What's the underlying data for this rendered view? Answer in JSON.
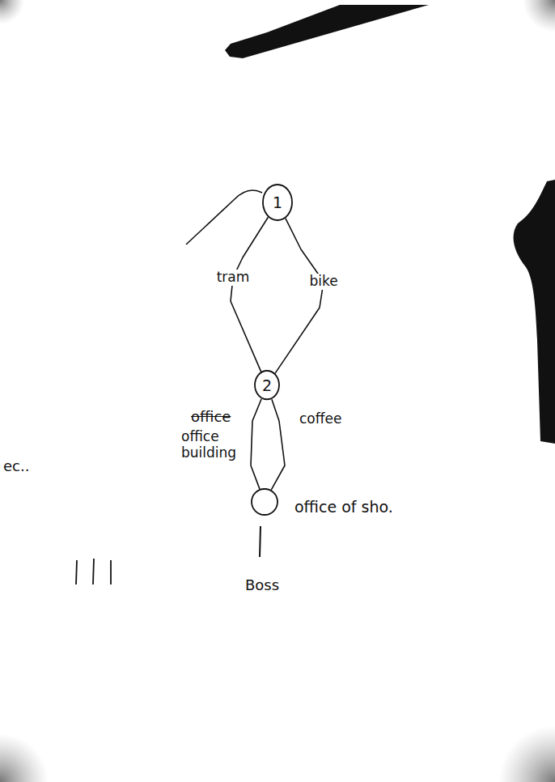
{
  "diagram": {
    "nodes": [
      {
        "text": [
          "1"
        ]
      },
      {
        "text": [
          "2"
        ]
      },
      {
        "text": [
          "office of sho."
        ]
      }
    ],
    "edges": [
      {
        "from": 0,
        "to": 1,
        "arrow": "none",
        "label": "tram"
      },
      {
        "from": 0,
        "to": 1,
        "arrow": "none",
        "label": "bike"
      },
      {
        "from": 1,
        "to": 2,
        "arrow": "none",
        "label": "office building"
      },
      {
        "from": 1,
        "to": 2,
        "arrow": "none",
        "label": "coffee"
      }
    ],
    "labels": [
      "office",
      "ec..",
      "Boss"
    ]
  }
}
